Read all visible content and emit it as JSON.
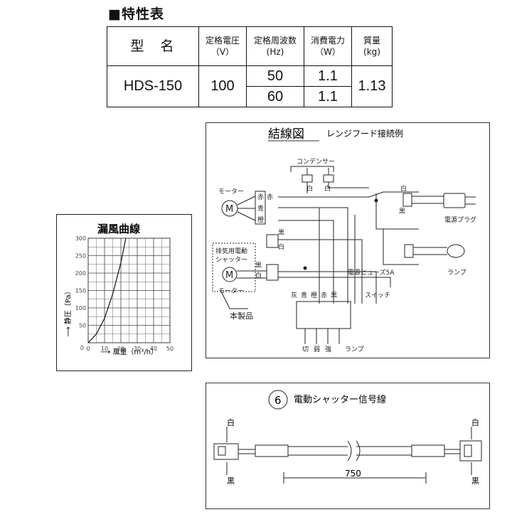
{
  "spec": {
    "title": "■特性表",
    "headers": [
      {
        "name": "型　名",
        "unit": ""
      },
      {
        "name": "定格電圧",
        "unit": "（V）"
      },
      {
        "name": "定格周波数",
        "unit": "(Hz)"
      },
      {
        "name": "消費電力",
        "unit": "（W）"
      },
      {
        "name": "質量",
        "unit": "(kg)"
      }
    ],
    "model": "HDS-150",
    "voltage": "100",
    "rows": [
      {
        "frequency": "50",
        "power": "1.1"
      },
      {
        "frequency": "60",
        "power": "1.1"
      }
    ],
    "mass": "1.13"
  },
  "chart_data": {
    "type": "line",
    "title": "漏風曲線",
    "xlabel": "風量（m³/h）",
    "ylabel": "静圧（Pa）",
    "xlim": [
      0,
      50
    ],
    "ylim": [
      0,
      300
    ],
    "x_ticks": [
      "0",
      "10",
      "20",
      "30",
      "40",
      "50"
    ],
    "y_ticks": [
      "50",
      "100",
      "150",
      "200",
      "250",
      "300"
    ],
    "grid": true,
    "series": [
      {
        "x": [
          0,
          5,
          10,
          15,
          20,
          23
        ],
        "y": [
          0,
          25,
          70,
          140,
          230,
          300
        ]
      }
    ]
  },
  "wiring": {
    "title": "結線図",
    "subtitle": "レンジフード接続例",
    "condenser": "コンデンサー",
    "motor": "モーター",
    "motor_symbol": "M",
    "shutter": "排気用電動\nシャッター",
    "shutter_motor": "モーター",
    "product": "本製品",
    "plug": "電源プラグ",
    "lamp": "ランプ",
    "fuse": "電源ヒューズ5A",
    "switch": "スイッチ",
    "terminal_colors": [
      "灰",
      "青",
      "橙",
      "赤",
      "黒"
    ],
    "switch_labels": [
      "切",
      "弱",
      "強",
      "ランプ"
    ],
    "wire_white": "白",
    "wire_red": "赤",
    "wire_blue": "青",
    "wire_orange": "橙",
    "wire_black": "黒"
  },
  "signal": {
    "number": "6",
    "title": "電動シャッター信号線",
    "length": "750",
    "left_top": "白",
    "left_bottom": "黒",
    "right_top": "白",
    "right_bottom": "黒"
  }
}
